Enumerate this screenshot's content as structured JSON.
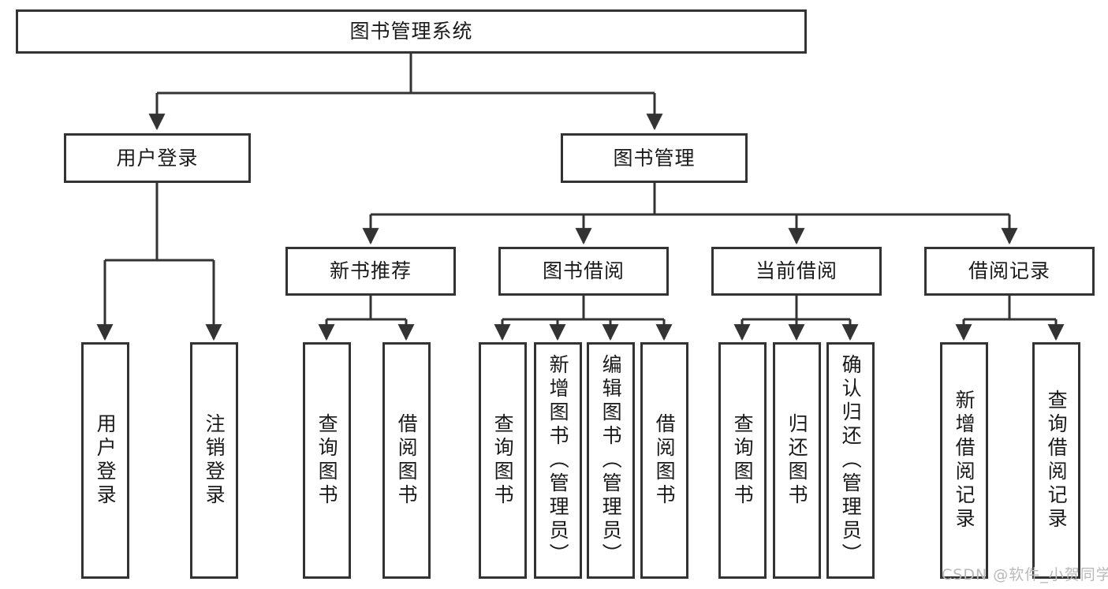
{
  "diagram": {
    "title": "图书管理系统",
    "root": {
      "id": "root",
      "label": "图书管理系统"
    },
    "level2": [
      {
        "id": "user-login",
        "label": "用户登录"
      },
      {
        "id": "book-manage",
        "label": "图书管理"
      }
    ],
    "level3": [
      {
        "id": "new-book-recommend",
        "label": "新书推荐",
        "parent": "book-manage"
      },
      {
        "id": "book-borrow",
        "label": "图书借阅",
        "parent": "book-manage"
      },
      {
        "id": "current-borrow",
        "label": "当前借阅",
        "parent": "book-manage"
      },
      {
        "id": "borrow-record",
        "label": "借阅记录",
        "parent": "book-manage"
      }
    ],
    "leaves": {
      "user_login": [
        {
          "id": "leaf-user-login",
          "label": "用户登录"
        },
        {
          "id": "leaf-logout-login",
          "label": "注销登录"
        }
      ],
      "new_book_recommend": [
        {
          "id": "leaf-query-book-1",
          "label": "查询图书"
        },
        {
          "id": "leaf-borrow-book-1",
          "label": "借阅图书"
        }
      ],
      "book_borrow": [
        {
          "id": "leaf-query-book-2",
          "label": "查询图书"
        },
        {
          "id": "leaf-add-book",
          "label": "新增图书（管理员）"
        },
        {
          "id": "leaf-edit-book",
          "label": "编辑图书（管理员）"
        },
        {
          "id": "leaf-borrow-book-2",
          "label": "借阅图书"
        }
      ],
      "current_borrow": [
        {
          "id": "leaf-query-book-3",
          "label": "查询图书"
        },
        {
          "id": "leaf-return-book",
          "label": "归还图书"
        },
        {
          "id": "leaf-confirm-return",
          "label": "确认归还（管理员）"
        }
      ],
      "borrow_record": [
        {
          "id": "leaf-add-record",
          "label": "新增借阅记录"
        },
        {
          "id": "leaf-query-record",
          "label": "查询借阅记录"
        }
      ]
    }
  },
  "watermark": {
    "text": "CSDN @软件_小贺同学"
  },
  "colors": {
    "stroke": "#333333",
    "box_fill": "#ffffff",
    "text": "#1a1a1a",
    "watermark": "#b9b9b9",
    "background": "#ffffff"
  }
}
